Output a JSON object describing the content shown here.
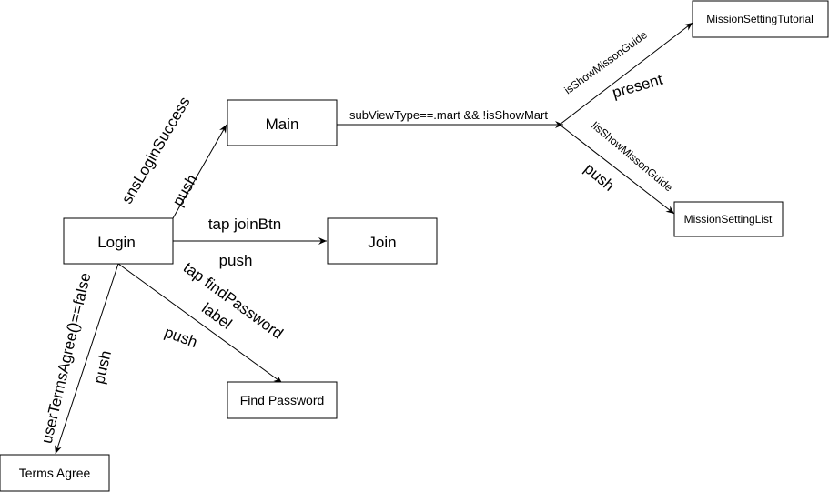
{
  "nodes": {
    "login": "Login",
    "main": "Main",
    "join": "Join",
    "find_password": "Find Password",
    "terms_agree": "Terms Agree",
    "mission_setting_tutorial": "MissionSettingTutorial",
    "mission_setting_list": "MissionSettingList"
  },
  "edges": {
    "login_to_main": {
      "condition": "snsLoginSuccess",
      "action": "push"
    },
    "login_to_join": {
      "condition": "tap joinBtn",
      "action": "push"
    },
    "login_to_find_password": {
      "condition_line1": "tap findPassword",
      "condition_line2": "label",
      "action": "push"
    },
    "login_to_terms": {
      "condition": "userTermsAgree()==false",
      "action": "push"
    },
    "main_to_branch": {
      "condition": "subViewType==.mart && !isShowMart"
    },
    "branch_to_tutorial": {
      "condition": "isShowMissonGuide",
      "action": "present"
    },
    "branch_to_list": {
      "condition": "!isShowMissonGuide",
      "action": "push"
    }
  }
}
